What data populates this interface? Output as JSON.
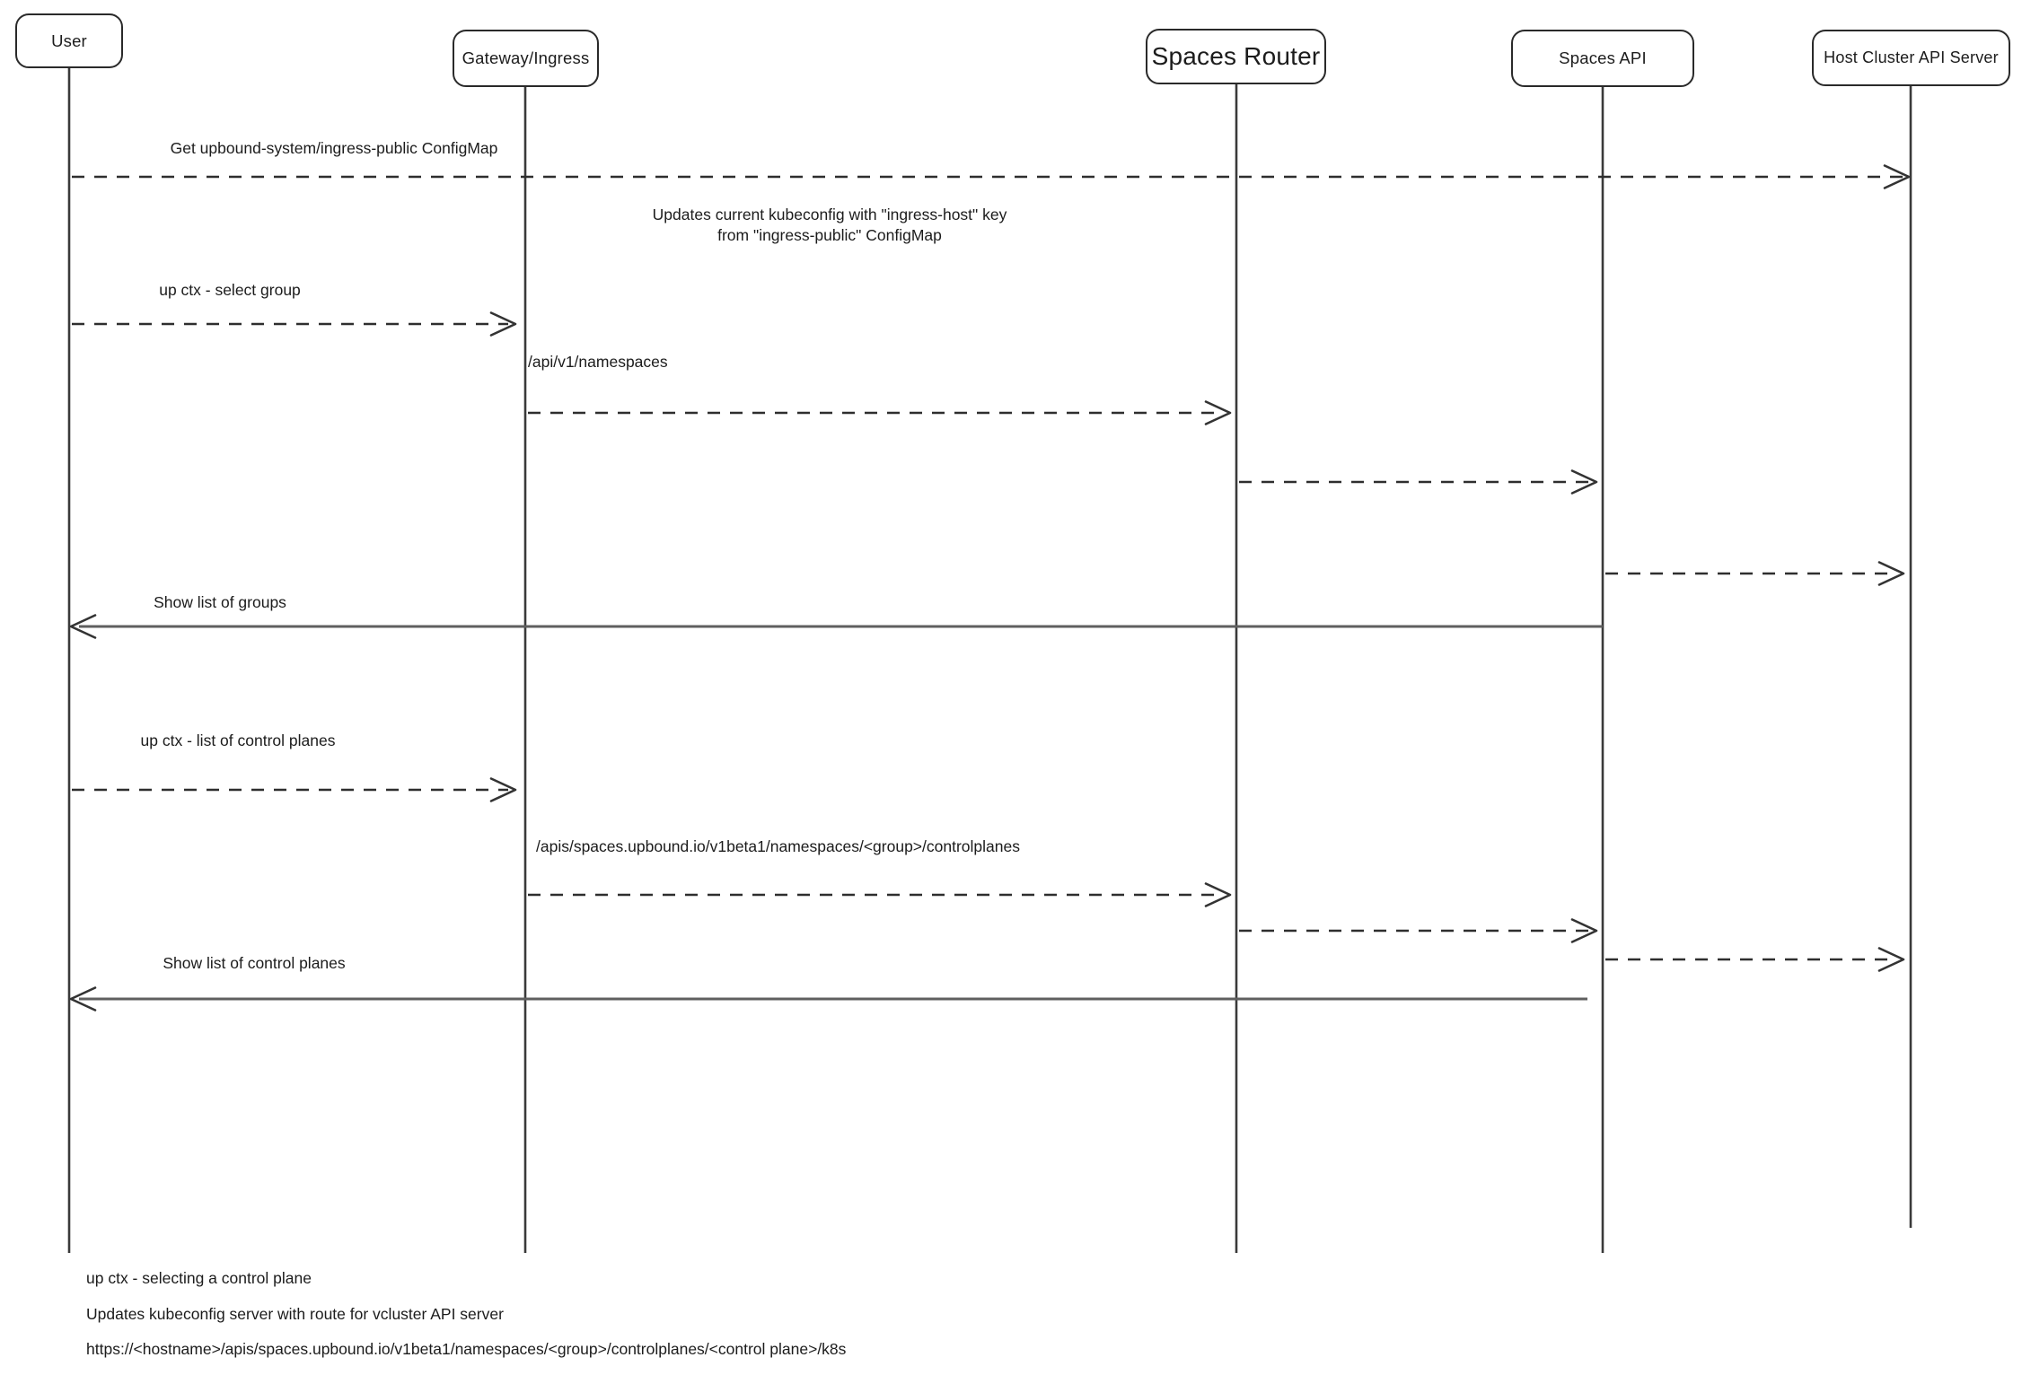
{
  "actors": [
    {
      "label": "User"
    },
    {
      "label": "Gateway/Ingress"
    },
    {
      "label": "Spaces Router"
    },
    {
      "label": "Spaces API"
    },
    {
      "label": "Host Cluster API Server"
    }
  ],
  "messages": {
    "get_configmap": {
      "label": "Get upbound-system/ingress-public ConfigMap",
      "from": "User",
      "to": "Host Cluster API Server",
      "style": "dashed"
    },
    "up_ctx_select_group": {
      "label": "up ctx - select group",
      "from": "User",
      "to": "Gateway/Ingress",
      "style": "dashed"
    },
    "list_namespaces": {
      "label": "/api/v1/namespaces",
      "from": "Gateway/Ingress",
      "to": "Spaces Router",
      "style": "dashed"
    },
    "router_forward_1": {
      "label": "",
      "from": "Spaces Router",
      "to": "Spaces API",
      "style": "dashed"
    },
    "api_forward_1": {
      "label": "",
      "from": "Spaces API",
      "to": "Host Cluster API Server",
      "style": "dashed"
    },
    "show_groups": {
      "label": "Show list of groups",
      "from": "Spaces API",
      "to": "User",
      "style": "solid"
    },
    "up_ctx_list_control_planes": {
      "label": "up ctx - list of control planes",
      "from": "User",
      "to": "Gateway/Ingress",
      "style": "dashed"
    },
    "list_controlplanes": {
      "label": "/apis/spaces.upbound.io/v1beta1/namespaces/<group>/controlplanes",
      "from": "Gateway/Ingress",
      "to": "Spaces Router",
      "style": "dashed"
    },
    "router_forward_2": {
      "label": "",
      "from": "Spaces Router",
      "to": "Spaces API",
      "style": "dashed"
    },
    "api_forward_2": {
      "label": "",
      "from": "Spaces API",
      "to": "Host Cluster API Server",
      "style": "dashed"
    },
    "show_control_planes": {
      "label": "Show list of control planes",
      "from": "Spaces API",
      "to": "User",
      "style": "solid"
    }
  },
  "note": {
    "line1": "Updates current kubeconfig with \"ingress-host\" key",
    "line2": "from \"ingress-public\" ConfigMap"
  },
  "footnotes": [
    "up ctx - selecting a control plane",
    "Updates kubeconfig server with route for vcluster API server",
    "https://<hostname>/apis/spaces.upbound.io/v1beta1/namespaces/<group>/controlplanes/<control plane>/k8s"
  ]
}
